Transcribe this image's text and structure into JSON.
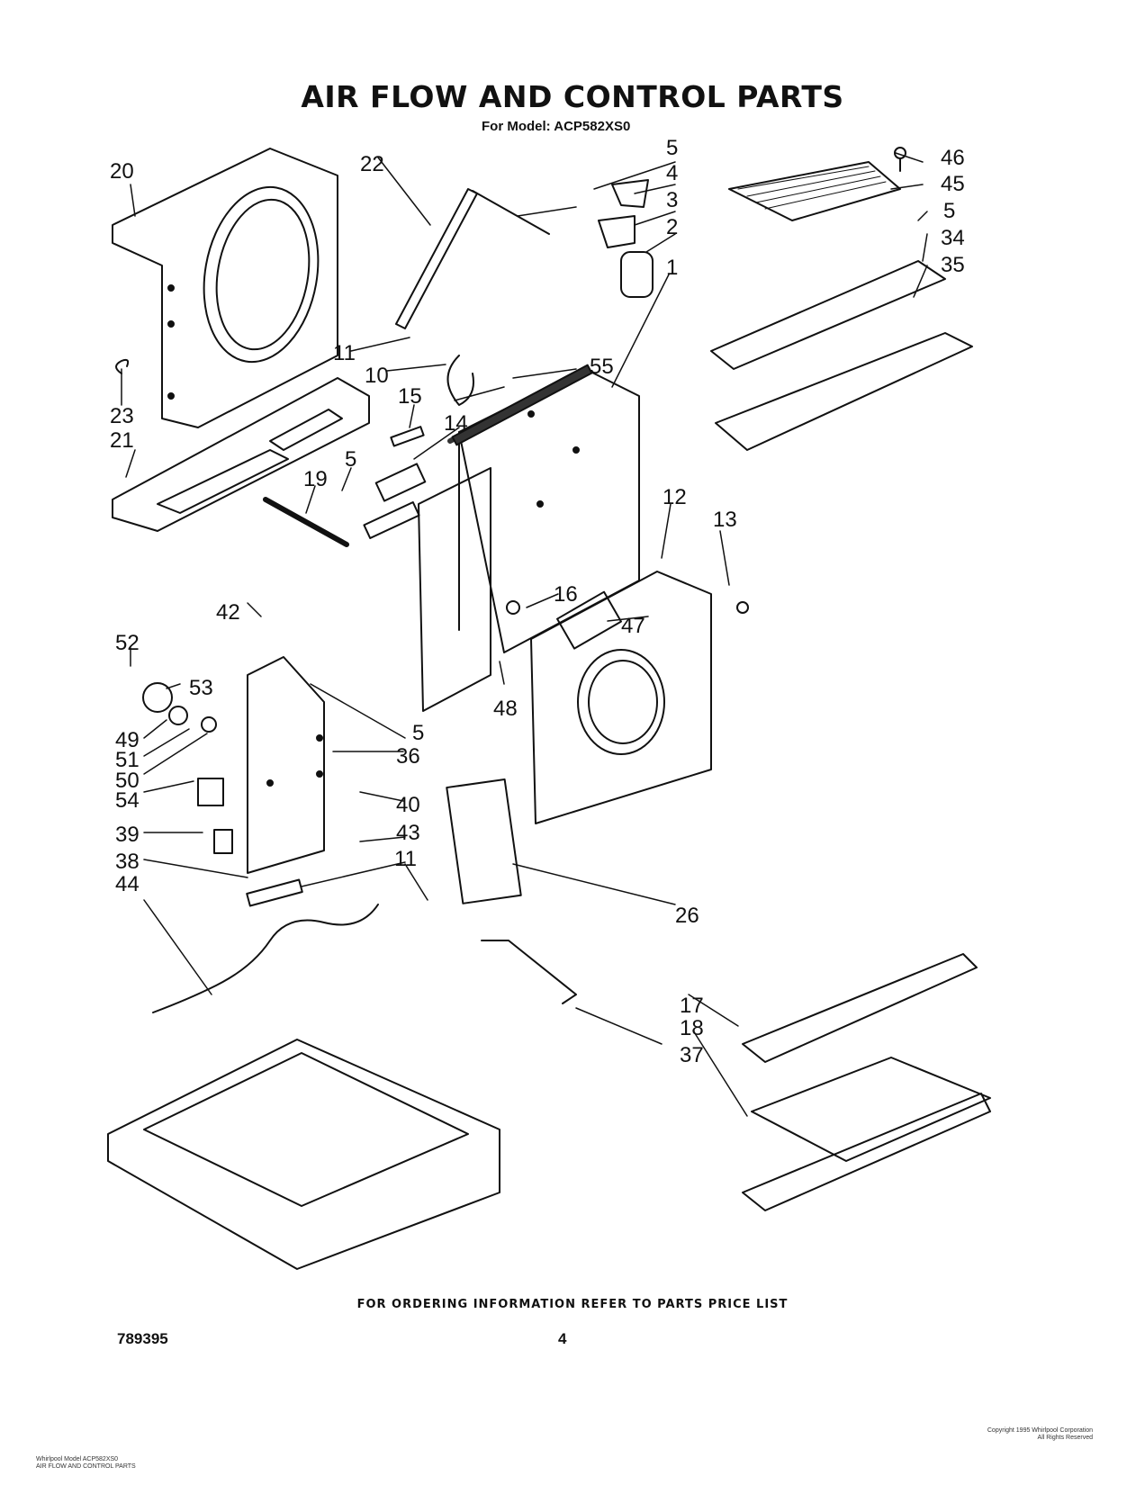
{
  "title": "AIR FLOW AND CONTROL PARTS",
  "subtitle": "For Model: ACP582XS0",
  "callouts": [
    "5",
    "4",
    "3",
    "2",
    "1",
    "20",
    "22",
    "46",
    "45",
    "5",
    "34",
    "35",
    "23",
    "21",
    "11",
    "10",
    "55",
    "15",
    "14",
    "5",
    "19",
    "12",
    "13",
    "16",
    "47",
    "42",
    "52",
    "53",
    "49",
    "51",
    "50",
    "54",
    "39",
    "38",
    "44",
    "5",
    "36",
    "40",
    "43",
    "11",
    "48",
    "26",
    "17",
    "18",
    "37"
  ],
  "footer_note": "FOR ORDERING INFORMATION REFER TO PARTS PRICE LIST",
  "doc_number": "789395",
  "page_number": "4",
  "fine_print_left": [
    "Whirlpool Model ACP582XS0",
    "AIR FLOW AND CONTROL PARTS"
  ],
  "fine_print_right": [
    "Copyright 1995 Whirlpool Corporation",
    "All Rights Reserved"
  ]
}
